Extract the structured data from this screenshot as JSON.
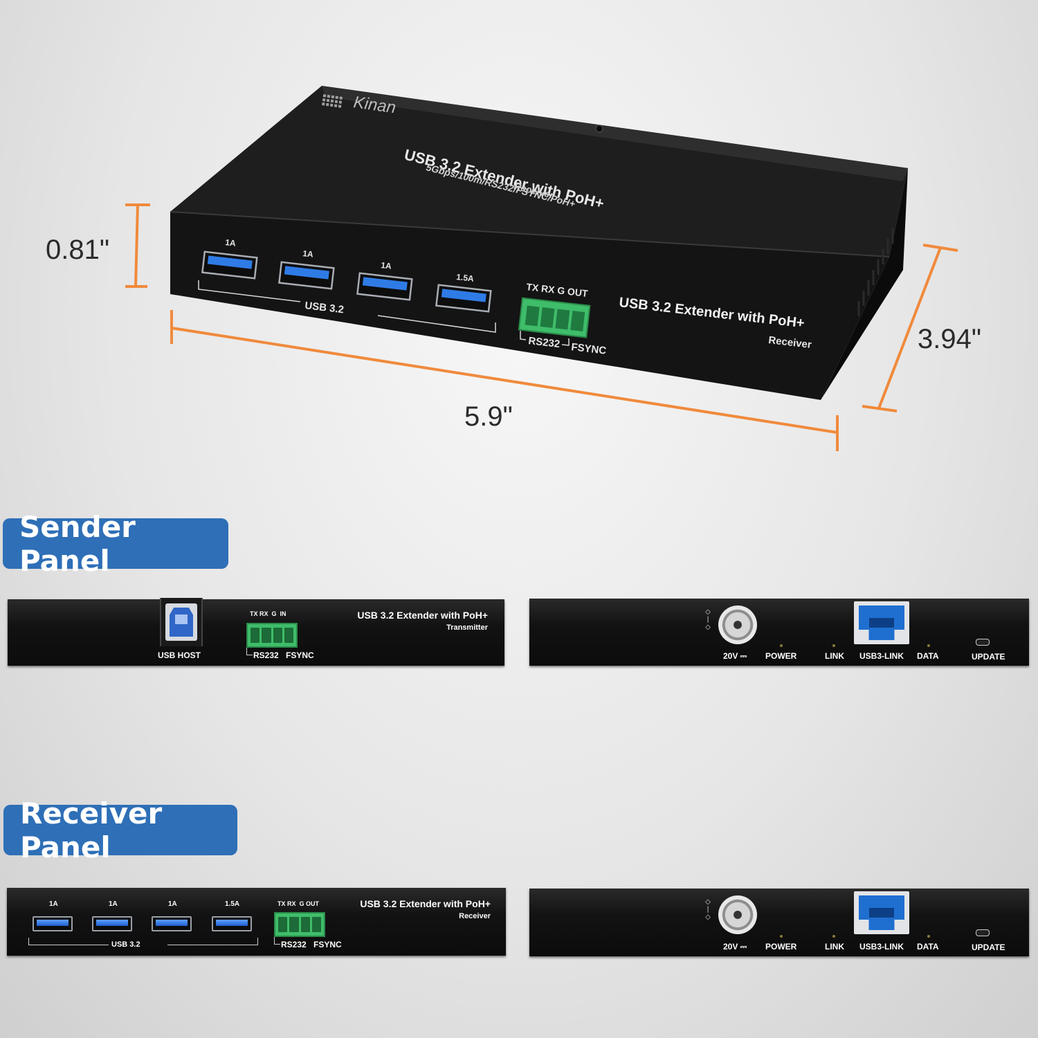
{
  "product": {
    "brand": "Kinan",
    "top_title": "USB 3.2 Extender with PoH+",
    "top_subtitle": "5Gbps/100m/RS232/FSYNC/PoH+",
    "top_role": "Receiver",
    "front_title": "USB 3.2 Extender with PoH+",
    "front_role": "Receiver"
  },
  "dimensions": {
    "height": "0.81\"",
    "length": "5.9\"",
    "depth": "3.94\""
  },
  "device_front": {
    "port_ratings": [
      "1A",
      "1A",
      "1A",
      "1.5A"
    ],
    "usb_group_label": "USB 3.2",
    "serial_pins": "TX RX  G OUT",
    "serial_left": "RS232",
    "serial_right": "FSYNC"
  },
  "sections": {
    "sender_title": "Sender Panel",
    "receiver_title": "Receiver Panel"
  },
  "sender_front": {
    "usb_host_label": "USB HOST",
    "pins": "TX RX  G  IN",
    "serial_left": "RS232",
    "serial_right": "FSYNC",
    "title": "USB 3.2 Extender with PoH+",
    "role": "Transmitter"
  },
  "receiver_front": {
    "port_ratings": [
      "1A",
      "1A",
      "1A",
      "1.5A"
    ],
    "usb_group_label": "USB 3.2",
    "pins": "TX RX  G OUT",
    "serial_left": "RS232",
    "serial_right": "FSYNC",
    "title": "USB 3.2 Extender with PoH+",
    "role": "Receiver"
  },
  "rear_panel": {
    "power_in": "20V ⎓",
    "power_led": "POWER",
    "link_led": "LINK",
    "link_port": "USB3-LINK",
    "data_led": "DATA",
    "update_port": "UPDATE"
  },
  "colors": {
    "badge_blue": "#2e6fb7",
    "dimension_orange": "#f08a3c",
    "usb_blue": "#2f7be6",
    "terminal_green": "#3fbd6a",
    "rj45_blue": "#1f6fd0"
  }
}
